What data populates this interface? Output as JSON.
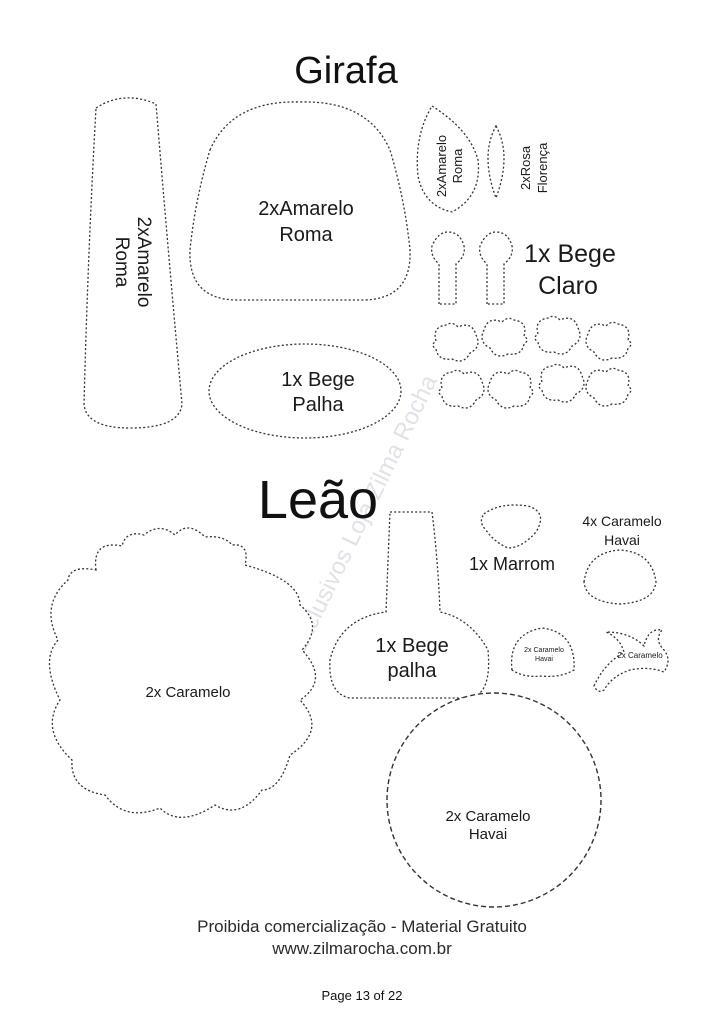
{
  "titles": {
    "girafa": "Girafa",
    "leao": "Leão"
  },
  "girafa_labels": {
    "neck_line1": "2xAmarelo",
    "neck_line2": "Roma",
    "head_line1": "2xAmarelo",
    "head_line2": "Roma",
    "ear1_line1": "2xAmarelo",
    "ear1_line2": "Roma",
    "ear2_line1": "2xRosa",
    "ear2_line2": "Florença",
    "horns_line1": "1x Bege",
    "horns_line2": "Claro",
    "muzzle_line1": "1x Bege",
    "muzzle_line2": "Palha"
  },
  "leao_labels": {
    "mane": "2x Caramelo",
    "nose": "1x Marrom",
    "ears_line1": "4x Caramelo",
    "ears_line2": "Havai",
    "body_line1": "1x Bege",
    "body_line2": "palha",
    "small_ear_line1": "2x Caramelo",
    "small_ear_line2": "Havai",
    "tail": "2x Caramelo",
    "face_line1": "2x Caramelo",
    "face_line2": "Havai"
  },
  "watermark": "Recortes Exclusivos Loja Zilma Rocha",
  "footer": {
    "line1": "Proibida comercialização - Material Gratuito",
    "line2": "www.zilmarocha.com.br",
    "page": "Page 13 of 22"
  },
  "colors": {
    "outline": "#333333",
    "watermark": "#c9ccd6"
  }
}
